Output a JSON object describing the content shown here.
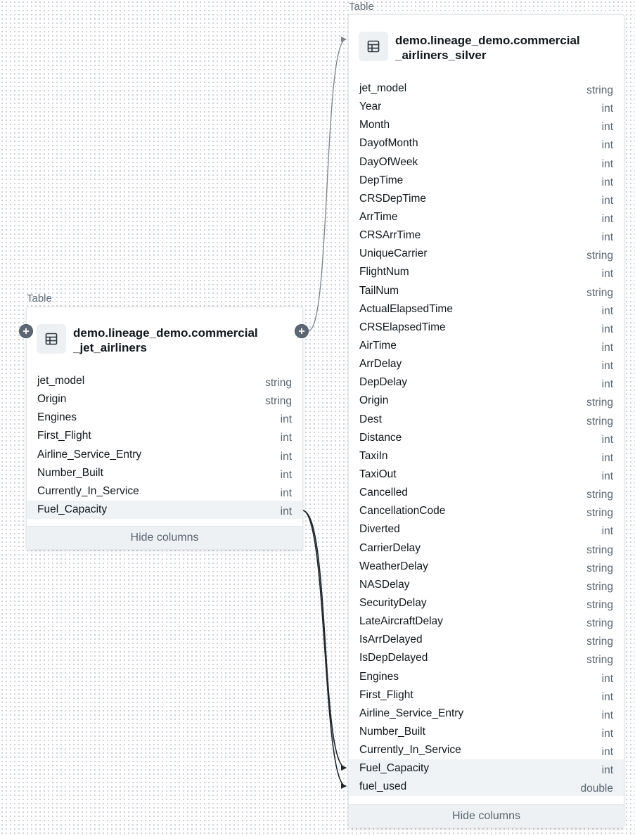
{
  "source_table": {
    "type_label": "Table",
    "title_line1": "demo.lineage_demo.commercial",
    "title_line2": "_jet_airliners",
    "columns": [
      {
        "name": "jet_model",
        "type": "string"
      },
      {
        "name": "Origin",
        "type": "string"
      },
      {
        "name": "Engines",
        "type": "int"
      },
      {
        "name": "First_Flight",
        "type": "int"
      },
      {
        "name": "Airline_Service_Entry",
        "type": "int"
      },
      {
        "name": "Number_Built",
        "type": "int"
      },
      {
        "name": "Currently_In_Service",
        "type": "int"
      },
      {
        "name": "Fuel_Capacity",
        "type": "int"
      }
    ],
    "hide_columns_label": "Hide columns",
    "icon": "table-icon"
  },
  "target_table": {
    "type_label": "Table",
    "title_line1": "demo.lineage_demo.commercial",
    "title_line2": "_airliners_silver",
    "columns": [
      {
        "name": "jet_model",
        "type": "string"
      },
      {
        "name": "Year",
        "type": "int"
      },
      {
        "name": "Month",
        "type": "int"
      },
      {
        "name": "DayofMonth",
        "type": "int"
      },
      {
        "name": "DayOfWeek",
        "type": "int"
      },
      {
        "name": "DepTime",
        "type": "int"
      },
      {
        "name": "CRSDepTime",
        "type": "int"
      },
      {
        "name": "ArrTime",
        "type": "int"
      },
      {
        "name": "CRSArrTime",
        "type": "int"
      },
      {
        "name": "UniqueCarrier",
        "type": "string"
      },
      {
        "name": "FlightNum",
        "type": "int"
      },
      {
        "name": "TailNum",
        "type": "string"
      },
      {
        "name": "ActualElapsedTime",
        "type": "int"
      },
      {
        "name": "CRSElapsedTime",
        "type": "int"
      },
      {
        "name": "AirTime",
        "type": "int"
      },
      {
        "name": "ArrDelay",
        "type": "int"
      },
      {
        "name": "DepDelay",
        "type": "int"
      },
      {
        "name": "Origin",
        "type": "string"
      },
      {
        "name": "Dest",
        "type": "string"
      },
      {
        "name": "Distance",
        "type": "int"
      },
      {
        "name": "TaxiIn",
        "type": "int"
      },
      {
        "name": "TaxiOut",
        "type": "int"
      },
      {
        "name": "Cancelled",
        "type": "string"
      },
      {
        "name": "CancellationCode",
        "type": "string"
      },
      {
        "name": "Diverted",
        "type": "int"
      },
      {
        "name": "CarrierDelay",
        "type": "string"
      },
      {
        "name": "WeatherDelay",
        "type": "string"
      },
      {
        "name": "NASDelay",
        "type": "string"
      },
      {
        "name": "SecurityDelay",
        "type": "string"
      },
      {
        "name": "LateAircraftDelay",
        "type": "string"
      },
      {
        "name": "IsArrDelayed",
        "type": "string"
      },
      {
        "name": "IsDepDelayed",
        "type": "string"
      },
      {
        "name": "Engines",
        "type": "int"
      },
      {
        "name": "First_Flight",
        "type": "int"
      },
      {
        "name": "Airline_Service_Entry",
        "type": "int"
      },
      {
        "name": "Number_Built",
        "type": "int"
      },
      {
        "name": "Currently_In_Service",
        "type": "int"
      },
      {
        "name": "Fuel_Capacity",
        "type": "int"
      },
      {
        "name": "fuel_used",
        "type": "double"
      }
    ],
    "hide_columns_label": "Hide columns",
    "icon": "table-icon"
  },
  "highlighted_column": {
    "source": "Fuel_Capacity",
    "targets": [
      "Fuel_Capacity",
      "fuel_used"
    ]
  },
  "colors": {
    "canvas_dot": "#c9cfd6",
    "highlight_row": "#eff3f6",
    "edge": "#1f272d",
    "edge_muted": "#7a838c",
    "port": "#5d6874"
  }
}
